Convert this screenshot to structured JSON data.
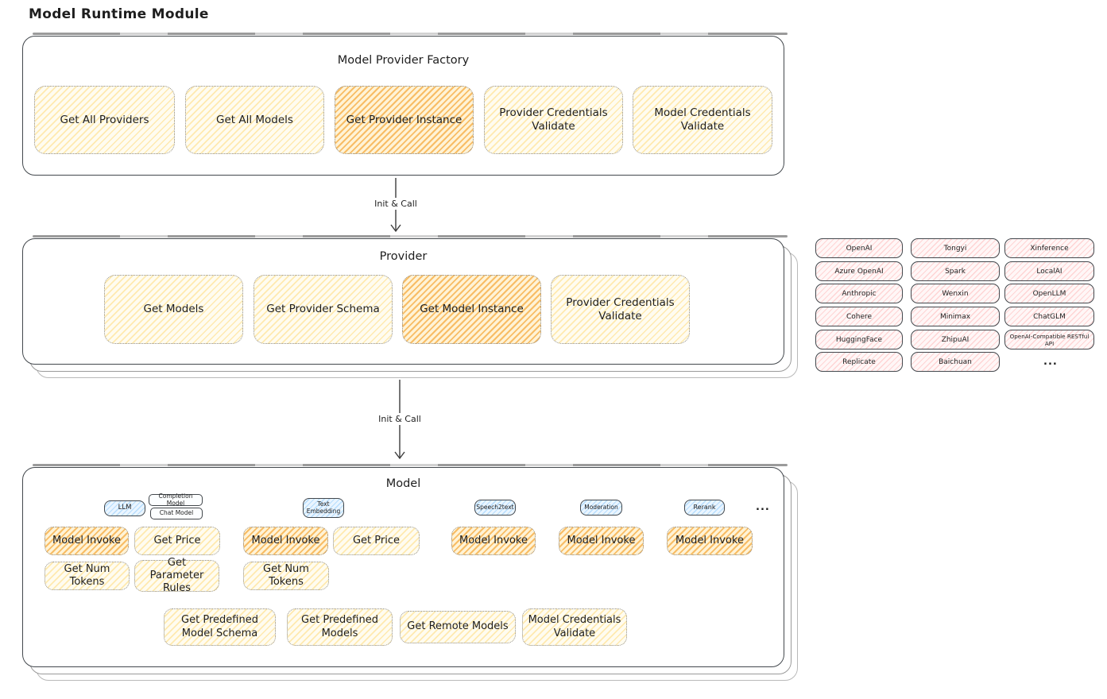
{
  "page_title": "Model Runtime Module",
  "colors": {
    "button_yellow": "#fffcf0",
    "button_highlight_orange": "#f6ae45",
    "provider_chip_pink": "#ffaaaa",
    "tag_blue": "#eaf5ff",
    "stroke_dark": "#43484d"
  },
  "arrow_label": "Init & Call",
  "factory": {
    "title": "Model Provider Factory",
    "buttons": [
      {
        "label": "Get All Providers",
        "highlighted": false
      },
      {
        "label": "Get All Models",
        "highlighted": false
      },
      {
        "label": "Get Provider Instance",
        "highlighted": true
      },
      {
        "label": "Provider Credentials Validate",
        "highlighted": false
      },
      {
        "label": "Model Credentials Validate",
        "highlighted": false
      }
    ]
  },
  "provider": {
    "title": "Provider",
    "buttons": [
      {
        "label": "Get Models",
        "highlighted": false
      },
      {
        "label": "Get Provider Schema",
        "highlighted": false
      },
      {
        "label": "Get Model Instance",
        "highlighted": true
      },
      {
        "label": "Provider Credentials Validate",
        "highlighted": false
      }
    ]
  },
  "providers": {
    "columns": [
      [
        "OpenAI",
        "Azure OpenAI",
        "Anthropic",
        "Cohere",
        "HuggingFace",
        "Replicate"
      ],
      [
        "Tongyi",
        "Spark",
        "Wenxin",
        "Minimax",
        "ZhipuAI",
        "Baichuan"
      ],
      [
        "Xinference",
        "LocalAI",
        "OpenLLM",
        "ChatGLM",
        "OpenAI-Compatible RESTful API"
      ]
    ],
    "more": "..."
  },
  "model": {
    "title": "Model",
    "tags": {
      "llm": "LLM",
      "completion_model": "Completion Model",
      "chat_model": "Chat Model",
      "text_embedding": "Text Embedding",
      "speech2text": "Speech2text",
      "moderation": "Moderation",
      "rerank": "Rerank",
      "more": "..."
    },
    "labels": {
      "model_invoke": "Model Invoke",
      "get_price": "Get Price",
      "get_num_tokens": "Get Num Tokens",
      "get_parameter_rules": "Get Parameter Rules",
      "get_predefined_model_schema": "Get Predefined Model Schema",
      "get_predefined_models": "Get Predefined Models",
      "get_remote_models": "Get Remote Models",
      "model_credentials_validate": "Model Credentials Validate"
    }
  }
}
